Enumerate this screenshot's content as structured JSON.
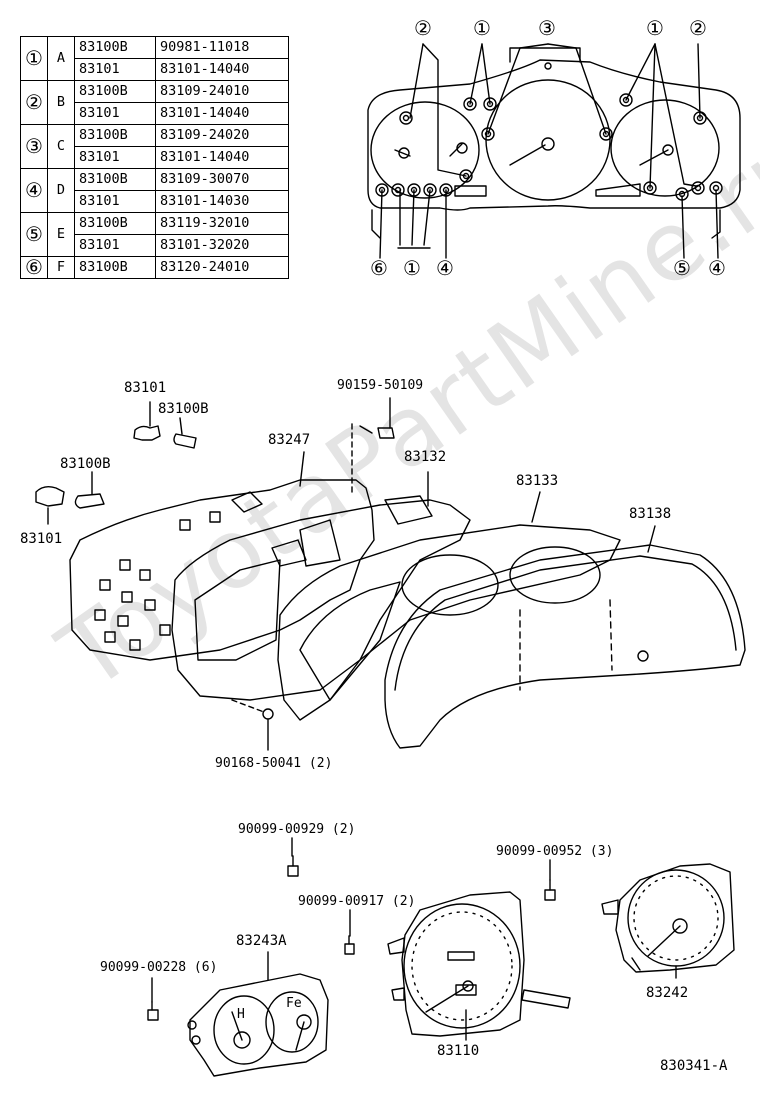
{
  "table": {
    "rows": [
      {
        "circle": "①",
        "letter": "A",
        "pairs": [
          [
            "83100B",
            "90981-11018"
          ],
          [
            "83101",
            "83101-14040"
          ]
        ]
      },
      {
        "circle": "②",
        "letter": "B",
        "pairs": [
          [
            "83100B",
            "83109-24010"
          ],
          [
            "83101",
            "83101-14040"
          ]
        ]
      },
      {
        "circle": "③",
        "letter": "C",
        "pairs": [
          [
            "83100B",
            "83109-24020"
          ],
          [
            "83101",
            "83101-14040"
          ]
        ]
      },
      {
        "circle": "④",
        "letter": "D",
        "pairs": [
          [
            "83100B",
            "83109-30070"
          ],
          [
            "83101",
            "83101-14030"
          ]
        ]
      },
      {
        "circle": "⑤",
        "letter": "E",
        "pairs": [
          [
            "83100B",
            "83119-32010"
          ],
          [
            "83101",
            "83101-32020"
          ]
        ]
      },
      {
        "circle": "⑥",
        "letter": "F",
        "pairs": [
          [
            "83100B",
            "83120-24010"
          ]
        ]
      }
    ]
  },
  "callouts": {
    "top_1a": "①",
    "top_2a": "②",
    "top_3": "③",
    "top_1b": "①",
    "top_2b": "②",
    "bot_6": "⑥",
    "bot_1": "①",
    "bot_4a": "④",
    "bot_5": "⑤",
    "bot_4b": "④"
  },
  "labels": {
    "p83101_top": "83101",
    "p83100B_top": "83100B",
    "p90159": "90159-50109",
    "p83247": "83247",
    "p83132": "83132",
    "p83100B_left": "83100B",
    "p83133": "83133",
    "p83138": "83138",
    "p83101_left": "83101",
    "p90168": "90168-50041 (2)",
    "p90099_929": "90099-00929 (2)",
    "p90099_952": "90099-00952 (3)",
    "p90099_917": "90099-00917 (2)",
    "p83243A": "83243A",
    "p90099_228": "90099-00228 (6)",
    "p83242": "83242",
    "p83110": "83110",
    "code": "830341-A"
  },
  "gauge_text": {
    "h": "H",
    "fe": "Fe"
  },
  "watermark": "ToyotaPartMine.ru"
}
